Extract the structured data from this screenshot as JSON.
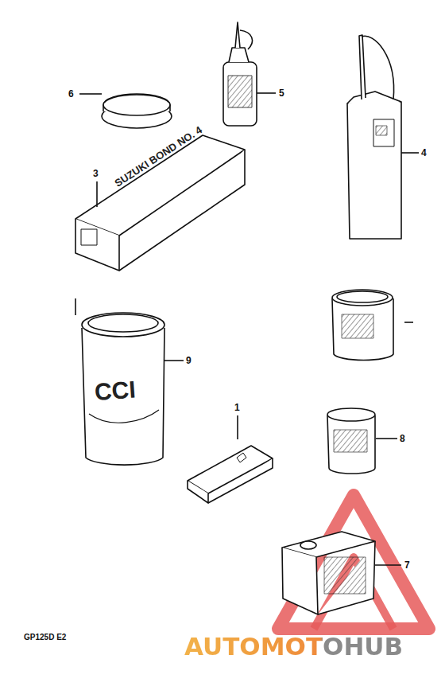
{
  "diagram": {
    "labels": [
      "6",
      "5",
      "4",
      "3",
      "SUZUKI BOND NO. 4",
      "9",
      "CCI",
      "1",
      "8",
      "7",
      "GP125D E2",
      "AUTOMOTOHUB"
    ]
  }
}
